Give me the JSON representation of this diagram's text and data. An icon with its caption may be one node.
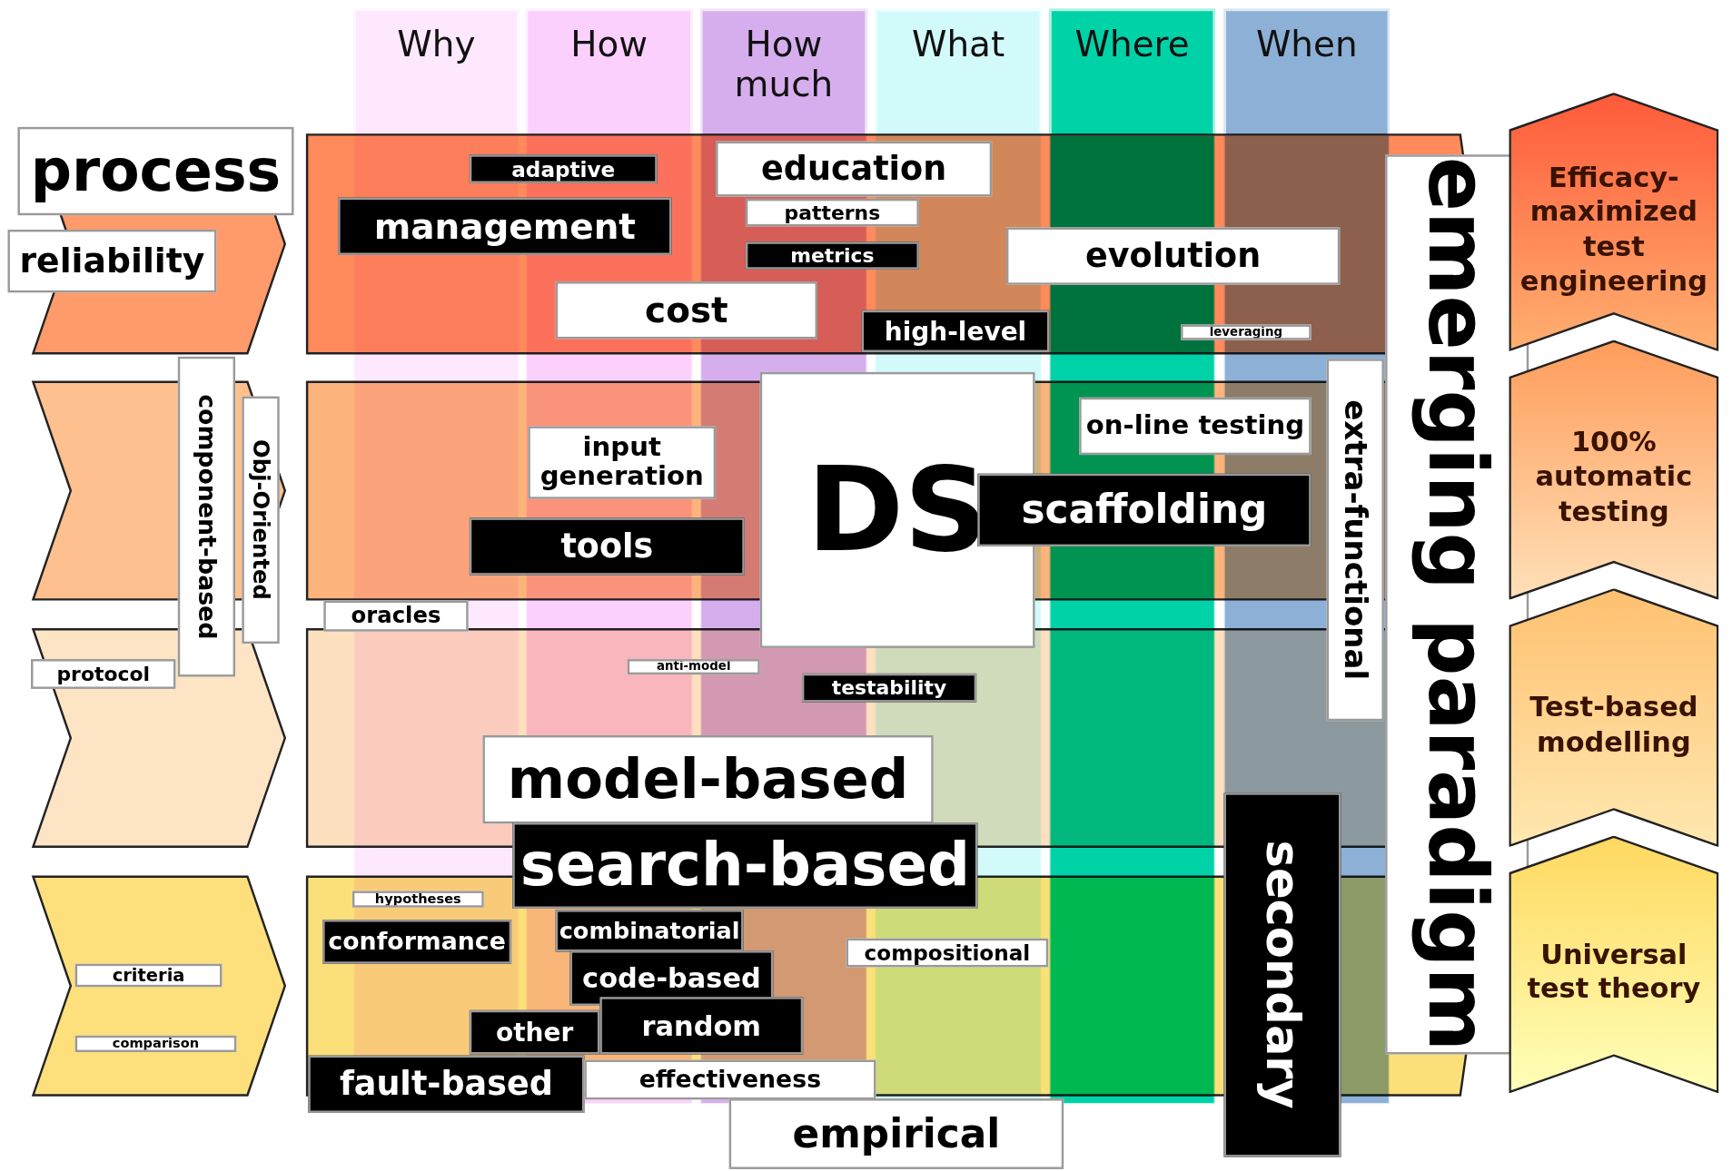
{
  "diagram": {
    "nodes": [
      {
        "text": [
          "Why"
        ]
      },
      {
        "text": [
          "How"
        ]
      },
      {
        "text": [
          "How much"
        ]
      },
      {
        "text": [
          "What"
        ]
      },
      {
        "text": [
          "Where"
        ]
      },
      {
        "text": [
          "When"
        ]
      },
      {
        "text": [
          "process"
        ]
      },
      {
        "text": [
          "reliability"
        ]
      },
      {
        "text": [
          "adaptive"
        ]
      },
      {
        "text": [
          "management"
        ]
      },
      {
        "text": [
          "education"
        ]
      },
      {
        "text": [
          "patterns"
        ]
      },
      {
        "text": [
          "metrics"
        ]
      },
      {
        "text": [
          "cost"
        ]
      },
      {
        "text": [
          "evolution"
        ]
      },
      {
        "text": [
          "high-level"
        ]
      },
      {
        "text": [
          "leveraging"
        ]
      },
      {
        "text": [
          "emerging paradigm"
        ]
      },
      {
        "text": [
          "component-based"
        ]
      },
      {
        "text": [
          "Obj-Oriented"
        ]
      },
      {
        "text": [
          "input generation"
        ]
      },
      {
        "text": [
          "tools"
        ]
      },
      {
        "text": [
          "DS"
        ]
      },
      {
        "text": [
          "on-line testing"
        ]
      },
      {
        "text": [
          "scaffolding"
        ]
      },
      {
        "text": [
          "extra-functional"
        ]
      },
      {
        "text": [
          "oracles"
        ]
      },
      {
        "text": [
          "protocol"
        ]
      },
      {
        "text": [
          "anti-model"
        ]
      },
      {
        "text": [
          "testability"
        ]
      },
      {
        "text": [
          "model-based"
        ]
      },
      {
        "text": [
          "search-based"
        ]
      },
      {
        "text": [
          "secondary"
        ]
      },
      {
        "text": [
          "hypotheses"
        ]
      },
      {
        "text": [
          "conformance"
        ]
      },
      {
        "text": [
          "combinatorial"
        ]
      },
      {
        "text": [
          "compositional"
        ]
      },
      {
        "text": [
          "criteria"
        ]
      },
      {
        "text": [
          "code-based"
        ]
      },
      {
        "text": [
          "other"
        ]
      },
      {
        "text": [
          "random"
        ]
      },
      {
        "text": [
          "comparison"
        ]
      },
      {
        "text": [
          "fault-based"
        ]
      },
      {
        "text": [
          "effectiveness"
        ]
      },
      {
        "text": [
          "empirical"
        ]
      },
      {
        "text": [
          "Efficacy-maximized test engineering"
        ]
      },
      {
        "text": [
          "100% automatic testing"
        ]
      },
      {
        "text": [
          "Test-based modelling"
        ]
      },
      {
        "text": [
          "Universal test theory"
        ]
      }
    ]
  }
}
